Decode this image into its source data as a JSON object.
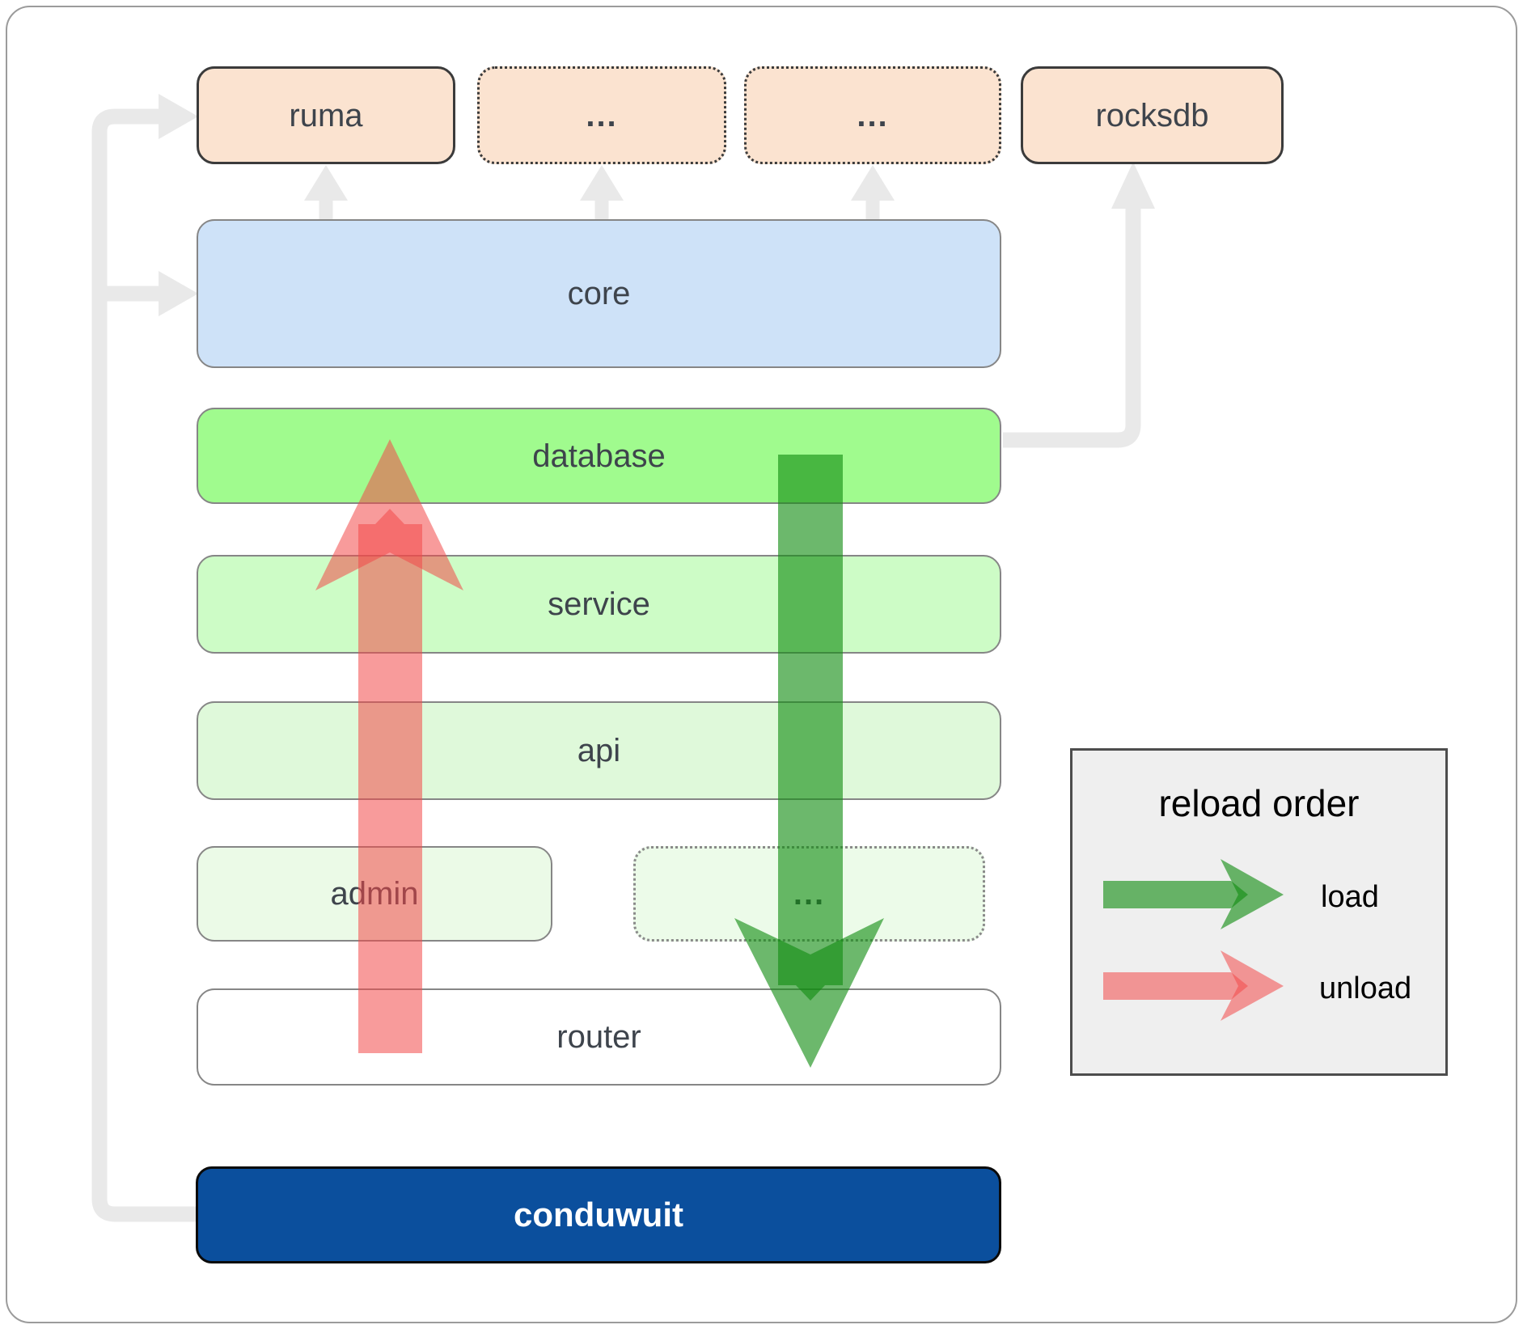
{
  "nodes": {
    "ruma": "ruma",
    "top_ellipsis_1": "...",
    "top_ellipsis_2": "...",
    "rocksdb": "rocksdb",
    "core": "core",
    "database": "database",
    "service": "service",
    "api": "api",
    "admin": "admin",
    "mid_ellipsis": "...",
    "router": "router",
    "conduwuit": "conduwuit"
  },
  "legend": {
    "title": "reload order",
    "load": "load",
    "unload": "unload"
  },
  "colors": {
    "load_arrow": "#128c12",
    "unload_arrow": "#f24949",
    "connector_gray": "#e9e9e9",
    "peach_box": "#fbe3d0",
    "core_box": "#cee2f8",
    "database_box": "#a0fb8e",
    "service_box": "#cdfcc6",
    "api_box": "#dff9da",
    "admin_box": "#ebfae7",
    "conduwuit_box": "#0b4f9d"
  }
}
